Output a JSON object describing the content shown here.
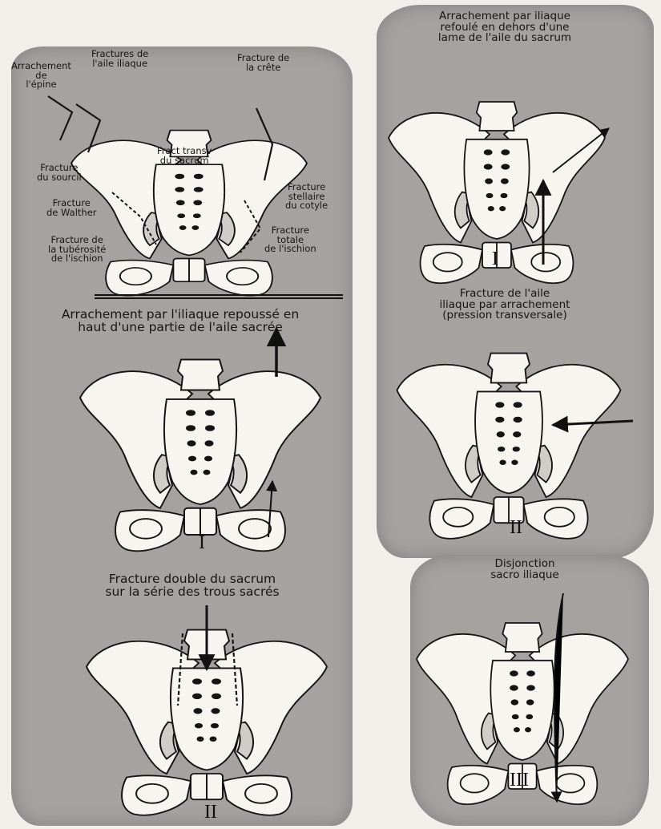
{
  "background_text": "",
  "figures": {
    "fig_top_left": {
      "labels": {
        "arrachement_epine": "Arrachement\nde\nl'épine",
        "fractures_aile": "Fractures de\nl'aile iliaque",
        "fracture_crete": "Fracture de\nla crête",
        "fract_transv_sacrum": "Fract transv\ndu sacrum",
        "fracture_sourcil": "Fracture\ndu sourcil",
        "fracture_walther": "Fracture\nde Walther",
        "fracture_tuberosite": "Fracture de\nla tubérosité\nde l'ischion",
        "fracture_stellaire": "Fracture\nstellaire\ndu cotyle",
        "fracture_totale_ischion": "Fracture\ntotale\nde l'ischion"
      }
    },
    "fig_left_I": {
      "caption": "Arrachement par l'iliaque repoussé en\nhaut d'une partie de l'aile sacrée",
      "numeral": "I"
    },
    "fig_left_II": {
      "caption": "Fracture double du sacrum\nsur la série des trous sacrés",
      "numeral": "II"
    },
    "fig_right_I": {
      "caption": "Arrachement par iliaque\nrefoulé en dehors d'une\nlame de l'aile du sacrum",
      "numeral": "I"
    },
    "fig_right_II": {
      "caption": "Fracture de l'aile\niliaque par arrachement\n(pression transversale)",
      "numeral": "II"
    },
    "fig_right_III": {
      "caption": "Disjonction\nsacro iliaque",
      "numeral": "III"
    }
  }
}
